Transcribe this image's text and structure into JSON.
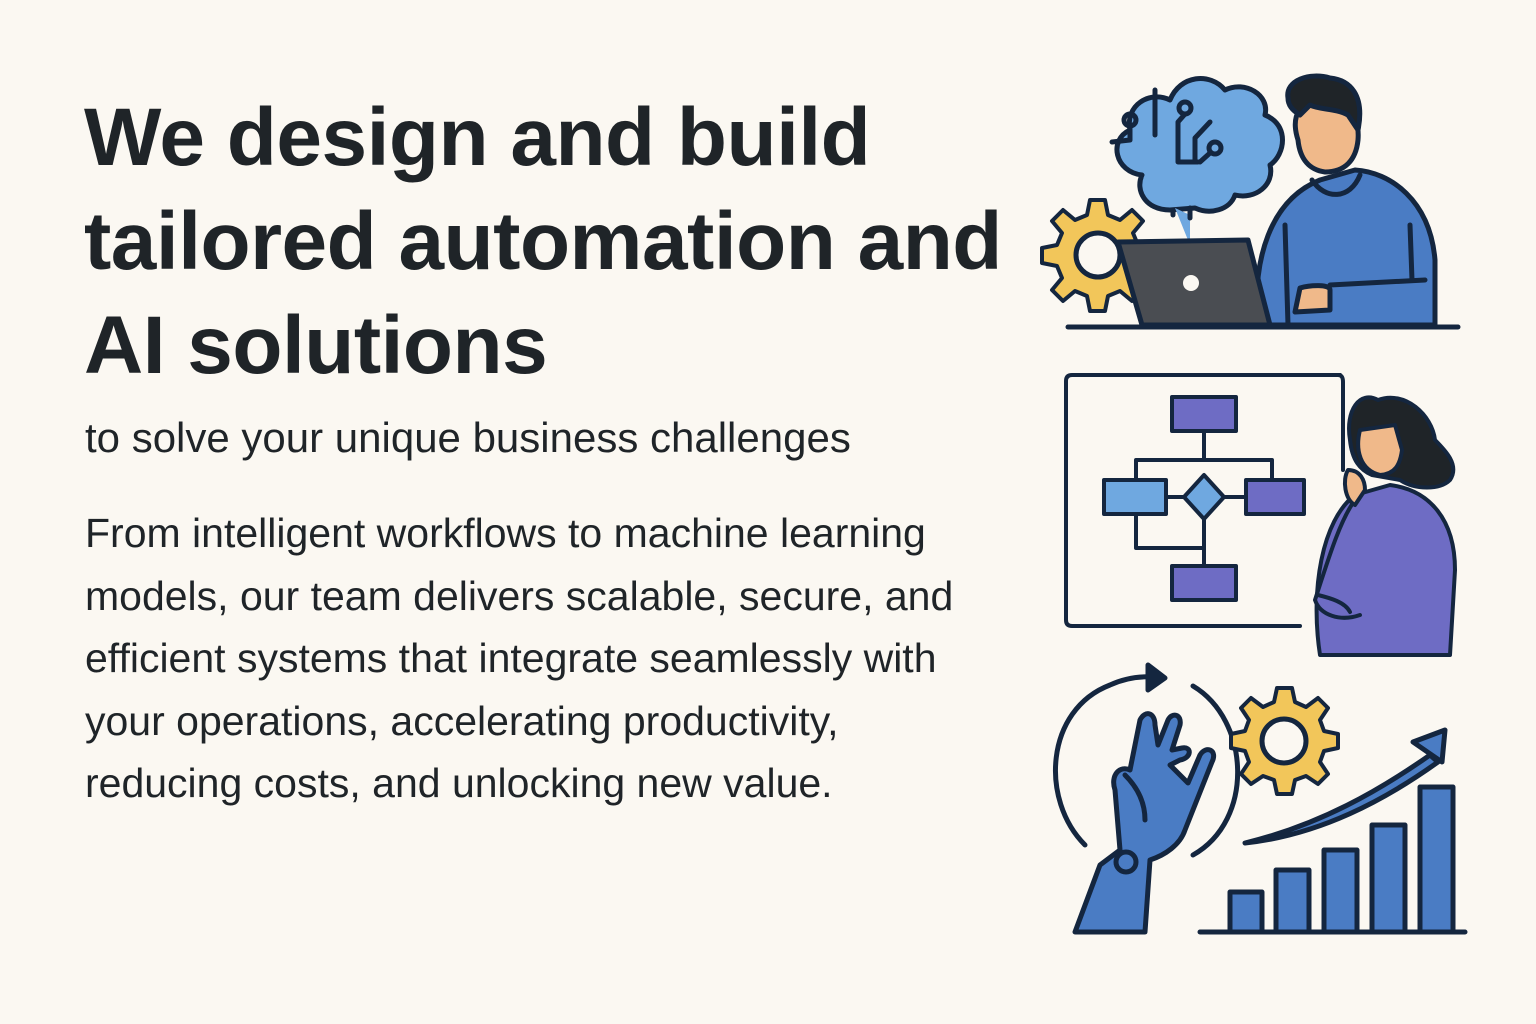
{
  "hero": {
    "headline": "We design and build tailored automation and AI solutions",
    "subheadline": "to solve your unique business challenges",
    "description": "From intelligent workflows to machine learning models, our team delivers scalable, secure, and efficient systems that integrate seamlessly with your operations, accelerating productivity, reducing costs, and unlocking new value."
  },
  "illustrations": [
    {
      "icon": "person-laptop-ai-brain-icon"
    },
    {
      "icon": "person-flowchart-icon"
    },
    {
      "icon": "robot-hand-growth-chart-icon"
    }
  ],
  "colors": {
    "background": "#fbf8f2",
    "text": "#1f2428",
    "outline": "#14263f",
    "blue": "#4a7cc4",
    "light_blue": "#6fa8e0",
    "purple": "#6e6cc4",
    "gold": "#f2c65a",
    "skin": "#f0b98a"
  }
}
